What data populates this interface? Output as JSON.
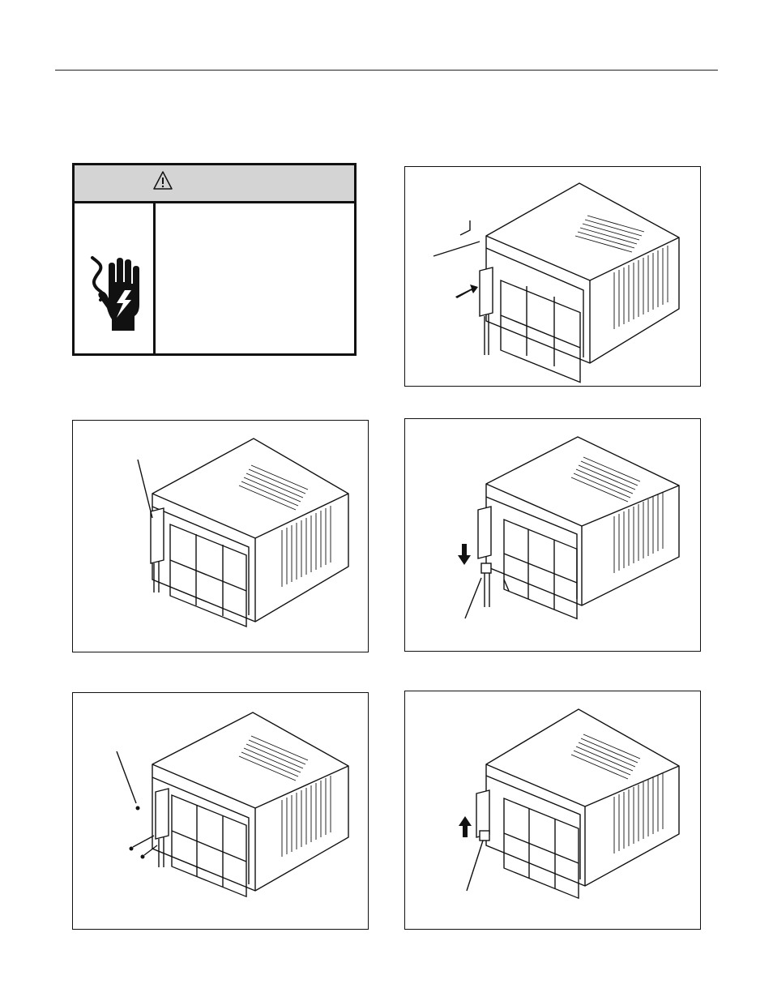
{
  "page": {
    "header_rule": true
  },
  "warning_box": {
    "header_icon": "warning-triangle-icon",
    "body_icon": "electrical-shock-hand-icon",
    "header_fill": "#d4d4d4"
  },
  "figures": [
    {
      "id": "top-right",
      "icon": "air-conditioner-unit",
      "callouts": [
        "arrow-left-pull",
        "dimension-line"
      ]
    },
    {
      "id": "middle-left",
      "icon": "air-conditioner-unit",
      "callouts": [
        "leader-line"
      ]
    },
    {
      "id": "middle-right",
      "icon": "air-conditioner-unit",
      "callouts": [
        "arrow-down",
        "leader-line",
        "dimension-tick"
      ]
    },
    {
      "id": "bottom-left",
      "icon": "air-conditioner-unit",
      "callouts": [
        "leader-line",
        "screws"
      ]
    },
    {
      "id": "bottom-right",
      "icon": "air-conditioner-unit",
      "callouts": [
        "arrow-up",
        "leader-line"
      ]
    }
  ]
}
